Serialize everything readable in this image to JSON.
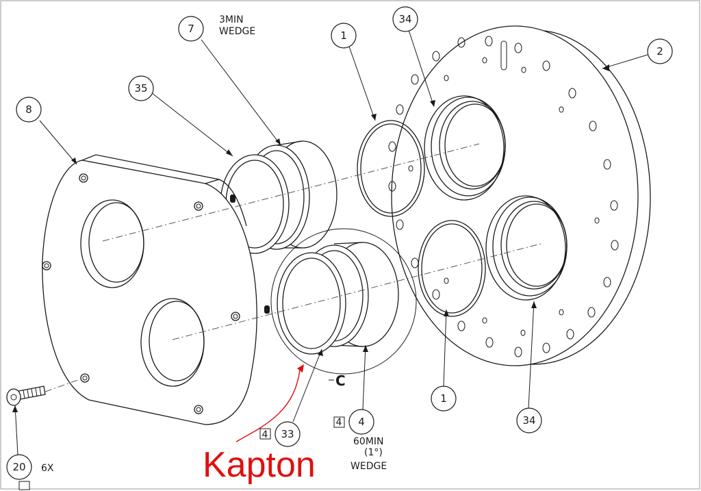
{
  "balloons": {
    "b_top_34": "34",
    "b_2": "2",
    "b_1_top": "1",
    "b_7": "7",
    "b_35": "35",
    "b_8": "8",
    "b_1_bottom": "1",
    "b_34_bottom": "34",
    "b_33": "33",
    "b_4": "4",
    "b_20": "20"
  },
  "notes": {
    "wedge7_line1": "3MIN",
    "wedge7_line2": "WEDGE",
    "wedge4_line1": "60MIN",
    "wedge4_line2": "(1°)",
    "wedge4_line3": "WEDGE",
    "qty_20": "6X",
    "box_33": "4",
    "box_4": "4",
    "detail_label": "C"
  },
  "annotation": {
    "text": "Kapton",
    "color": "#e01010"
  }
}
